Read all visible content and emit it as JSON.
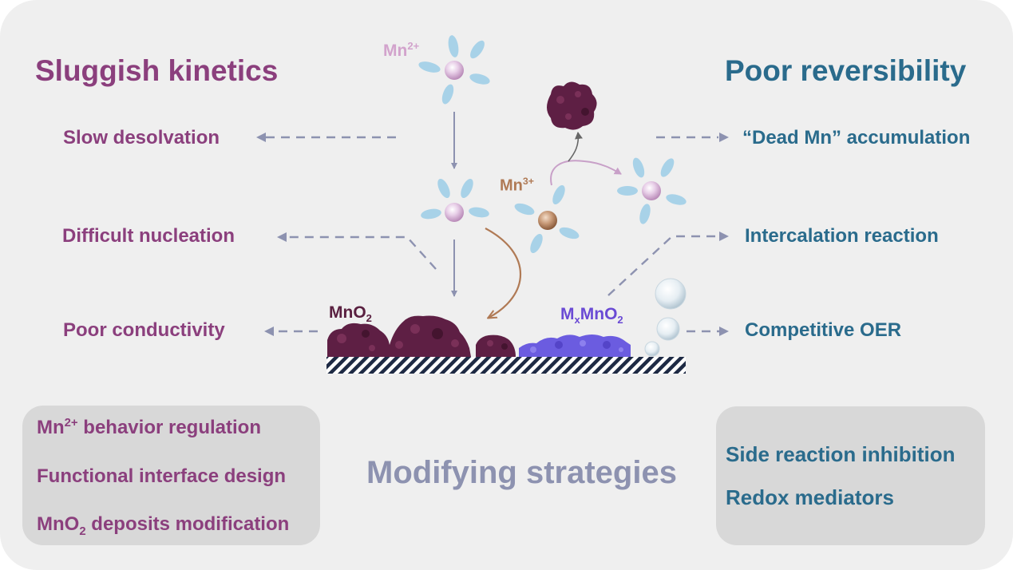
{
  "title_left": "Sluggish kinetics",
  "title_right": "Poor reversibility",
  "species": {
    "mn2_base": "Mn",
    "mn2_sup": "2+",
    "mn3_base": "Mn",
    "mn3_sup": "3+",
    "mno2_base": "MnO",
    "mno2_sub": "2",
    "mxmno2_m": "M",
    "mxmno2_x": "x",
    "mxmno2_rest": "MnO",
    "mxmno2_sub": "2"
  },
  "problems_left": {
    "p1": "Slow desolvation",
    "p2": "Difficult  nucleation",
    "p3": "Poor conductivity"
  },
  "problems_right": {
    "p1": "“Dead Mn” accumulation",
    "p2": "Intercalation reaction",
    "p3": "Competitive OER"
  },
  "center_title": "Modifying strategies",
  "left_box": {
    "s1_base": "Mn",
    "s1_sup": "2+",
    "s1_rest": " behavior regulation",
    "s2": "Functional interface design",
    "s3_base": "MnO",
    "s3_sub": "2",
    "s3_rest": " deposits modification"
  },
  "right_box": {
    "s1": "Side reaction inhibition",
    "s2": "Redox mediators"
  },
  "colors": {
    "background": "#efefef",
    "left_accent": "#8b3f7d",
    "right_accent": "#2a6b8c",
    "strategies": "#8d92b0",
    "box": "#d8d8d8",
    "mno2": "#5e1f44",
    "mxmno2": "#6b5ce0",
    "solvent": "#a8d2e8",
    "mn2_ion": "#dcbfe0",
    "mn3_ion": "#c0906a"
  }
}
